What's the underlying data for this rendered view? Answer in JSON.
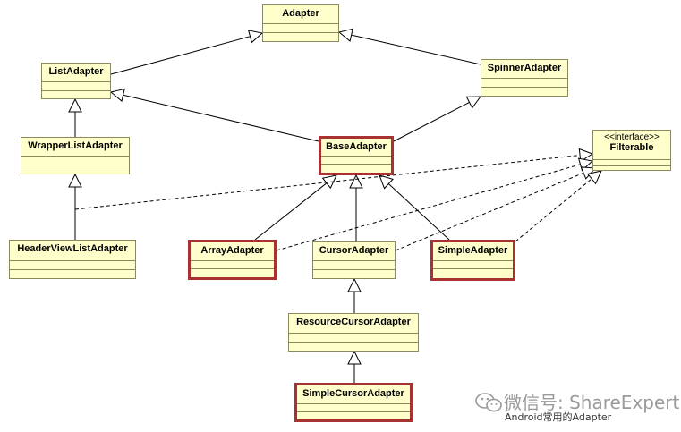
{
  "classes": {
    "adapter": {
      "name": "Adapter"
    },
    "list_adapter": {
      "name": "ListAdapter"
    },
    "spinner_adapter": {
      "name": "SpinnerAdapter"
    },
    "wrapper_list_adapter": {
      "name": "WrapperListAdapter"
    },
    "base_adapter": {
      "name": "BaseAdapter"
    },
    "filterable": {
      "stereotype": "<<interface>>",
      "name": "Filterable"
    },
    "header_view_list_adapter": {
      "name": "HeaderViewListAdapter"
    },
    "array_adapter": {
      "name": "ArrayAdapter"
    },
    "cursor_adapter": {
      "name": "CursorAdapter"
    },
    "simple_adapter": {
      "name": "SimpleAdapter"
    },
    "resource_cursor_adapter": {
      "name": "ResourceCursorAdapter"
    },
    "simple_cursor_adapter": {
      "name": "SimpleCursorAdapter"
    }
  },
  "relations": [
    {
      "from": "list_adapter",
      "to": "adapter",
      "kind": "generalization"
    },
    {
      "from": "spinner_adapter",
      "to": "adapter",
      "kind": "generalization"
    },
    {
      "from": "wrapper_list_adapter",
      "to": "list_adapter",
      "kind": "generalization"
    },
    {
      "from": "base_adapter",
      "to": "list_adapter",
      "kind": "generalization"
    },
    {
      "from": "base_adapter",
      "to": "spinner_adapter",
      "kind": "generalization"
    },
    {
      "from": "header_view_list_adapter",
      "to": "wrapper_list_adapter",
      "kind": "generalization"
    },
    {
      "from": "array_adapter",
      "to": "base_adapter",
      "kind": "generalization"
    },
    {
      "from": "cursor_adapter",
      "to": "base_adapter",
      "kind": "generalization"
    },
    {
      "from": "simple_adapter",
      "to": "base_adapter",
      "kind": "generalization"
    },
    {
      "from": "resource_cursor_adapter",
      "to": "cursor_adapter",
      "kind": "generalization"
    },
    {
      "from": "simple_cursor_adapter",
      "to": "resource_cursor_adapter",
      "kind": "generalization"
    },
    {
      "from": "header_view_list_adapter",
      "to": "filterable",
      "kind": "realization"
    },
    {
      "from": "array_adapter",
      "to": "filterable",
      "kind": "realization"
    },
    {
      "from": "cursor_adapter",
      "to": "filterable",
      "kind": "realization"
    },
    {
      "from": "simple_adapter",
      "to": "filterable",
      "kind": "realization"
    }
  ],
  "highlighted": [
    "base_adapter",
    "array_adapter",
    "simple_adapter",
    "simple_cursor_adapter"
  ],
  "colors": {
    "box_fill": "#ffffcc",
    "box_border": "#8a8a5a",
    "highlight_border": "#a83232",
    "line": "#000000"
  },
  "watermark": {
    "icon": "wechat-icon",
    "line1": "微信号: ShareExpert",
    "line2": "Android常用的Adapter"
  }
}
